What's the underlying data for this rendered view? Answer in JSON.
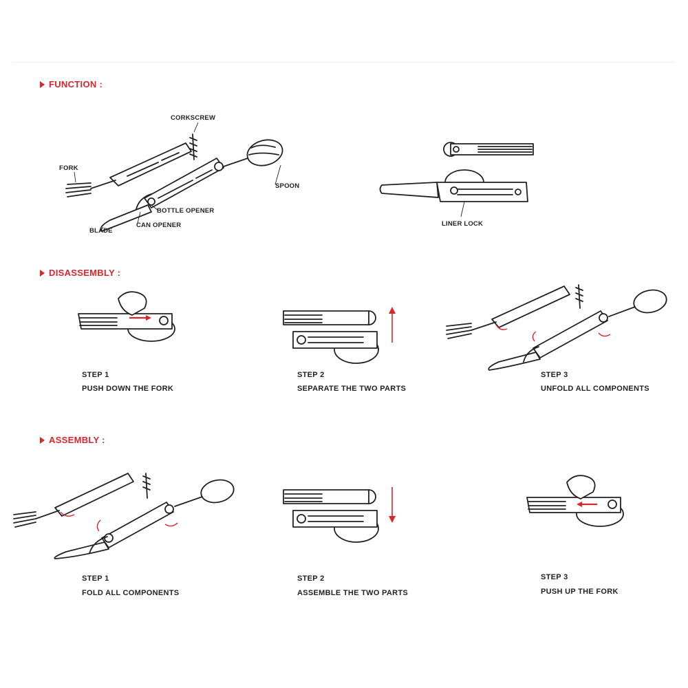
{
  "colors": {
    "accent": "#d8262c",
    "ink": "#222222"
  },
  "sections": {
    "function": {
      "title": "FUNCTION :"
    },
    "disassembly": {
      "title": "DISASSEMBLY :",
      "steps": [
        {
          "number": "STEP 1",
          "text": "PUSH DOWN THE FORK"
        },
        {
          "number": "STEP 2",
          "text": "SEPARATE THE TWO PARTS"
        },
        {
          "number": "STEP 3",
          "text": "UNFOLD ALL COMPONENTS"
        }
      ]
    },
    "assembly": {
      "title": "ASSEMBLY :",
      "steps": [
        {
          "number": "STEP 1",
          "text": "FOLD ALL COMPONENTS"
        },
        {
          "number": "STEP 2",
          "text": "ASSEMBLE THE TWO PARTS"
        },
        {
          "number": "STEP 3",
          "text": "PUSH UP THE FORK"
        }
      ]
    }
  },
  "function_labels": {
    "corkscrew": "CORKSCREW",
    "fork": "FORK",
    "spoon": "SPOON",
    "bottle_opener": "BOTTLE OPENER",
    "can_opener": "CAN OPENER",
    "blade": "BLADE",
    "liner_lock": "LINER LOCK"
  }
}
